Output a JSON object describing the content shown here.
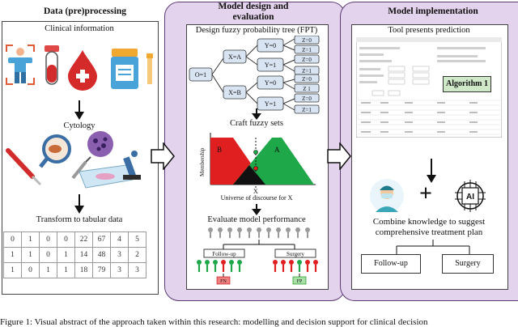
{
  "sections": {
    "data": "Data (pre)processing",
    "model_line1": "Model design and",
    "model_line2": "evaluation",
    "impl": "Model implementation"
  },
  "left": {
    "clinical": "Clinical information",
    "cytology": "Cytology",
    "transform": "Transform to tabular data",
    "table": [
      [
        "0",
        "1",
        "0",
        "0",
        "22",
        "67",
        "4",
        "5"
      ],
      [
        "1",
        "1",
        "0",
        "1",
        "14",
        "48",
        "3",
        "2"
      ],
      [
        "1",
        "0",
        "1",
        "1",
        "18",
        "79",
        "3",
        "3"
      ]
    ]
  },
  "middle": {
    "fpt_title": "Design fuzzy probability tree (FPT)",
    "root": "O=1",
    "branch_a": "X=A",
    "branch_b": "X=B",
    "y_nodes": [
      "Y=0",
      "Y=1",
      "Y=0",
      "Y=1"
    ],
    "z_nodes": [
      "Z=0",
      "Z=1",
      "Z=0",
      "Z=1",
      "Z=0",
      "Z 1",
      "Z=0",
      "Z=1"
    ],
    "fuzzy_title": "Craft fuzzy sets",
    "membership": "Membership",
    "set_b": "B",
    "set_a": "A",
    "x_mark": "X",
    "universe": "Universe of discourse for X",
    "eval_title": "Evaluate model performance",
    "follow_up": "Follow-up",
    "surgery": "Surgery",
    "fn": "FN",
    "fp": "FP"
  },
  "right": {
    "tool_title": "Tool presents prediction",
    "algorithm": "Algorithm 1",
    "combine_line1": "Combine knowledge to suggest",
    "combine_line2": "comprehensive treatment plan",
    "btn_follow": "Follow-up",
    "btn_surgery": "Surgery",
    "ai_label": "AI"
  },
  "caption": "Figure 1: Visual abstract of the approach taken within this research: modelling and decision support for clinical decision",
  "colors": {
    "panel_bg": "#e4d3ec",
    "panel_border": "#5b3a74",
    "fuzzy_red": "#e02020",
    "fuzzy_green": "#1ea84a",
    "algo_bg": "#cfe8c8",
    "node_bg": "#d9e4f2"
  }
}
